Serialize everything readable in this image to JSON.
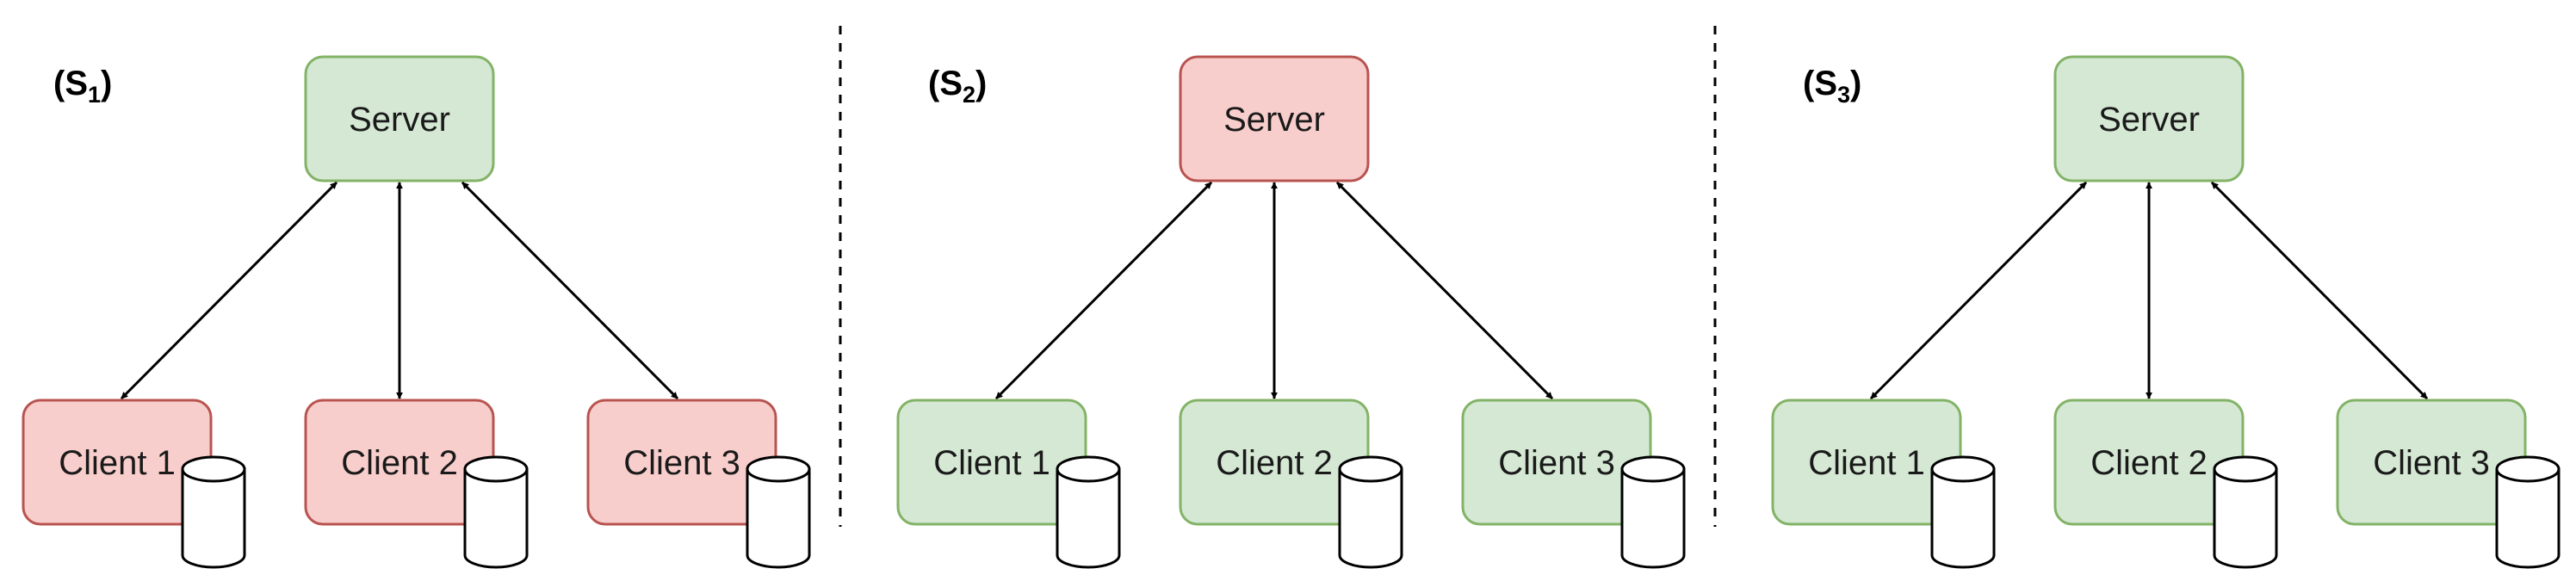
{
  "colors": {
    "green_fill": "#d5e8d4",
    "green_stroke": "#82b366",
    "red_fill": "#f8cecc",
    "red_stroke": "#b85450"
  },
  "scenarios": [
    {
      "label_main": "(S",
      "label_sub": "1",
      "label_end": ")",
      "server": {
        "label": "Server",
        "state": "green"
      },
      "clients": [
        {
          "label": "Client 1",
          "state": "red",
          "icon": "database-icon"
        },
        {
          "label": "Client 2",
          "state": "red",
          "icon": "database-icon"
        },
        {
          "label": "Client 3",
          "state": "red",
          "icon": "database-icon"
        }
      ]
    },
    {
      "label_main": "(S",
      "label_sub": "2",
      "label_end": ")",
      "server": {
        "label": "Server",
        "state": "red"
      },
      "clients": [
        {
          "label": "Client 1",
          "state": "green",
          "icon": "database-icon"
        },
        {
          "label": "Client 2",
          "state": "green",
          "icon": "database-icon"
        },
        {
          "label": "Client 3",
          "state": "green",
          "icon": "database-icon"
        }
      ]
    },
    {
      "label_main": "(S",
      "label_sub": "3",
      "label_end": ")",
      "server": {
        "label": "Server",
        "state": "green"
      },
      "clients": [
        {
          "label": "Client 1",
          "state": "green",
          "icon": "database-icon"
        },
        {
          "label": "Client 2",
          "state": "green",
          "icon": "database-icon"
        },
        {
          "label": "Client 3",
          "state": "green",
          "icon": "database-icon"
        }
      ]
    }
  ]
}
